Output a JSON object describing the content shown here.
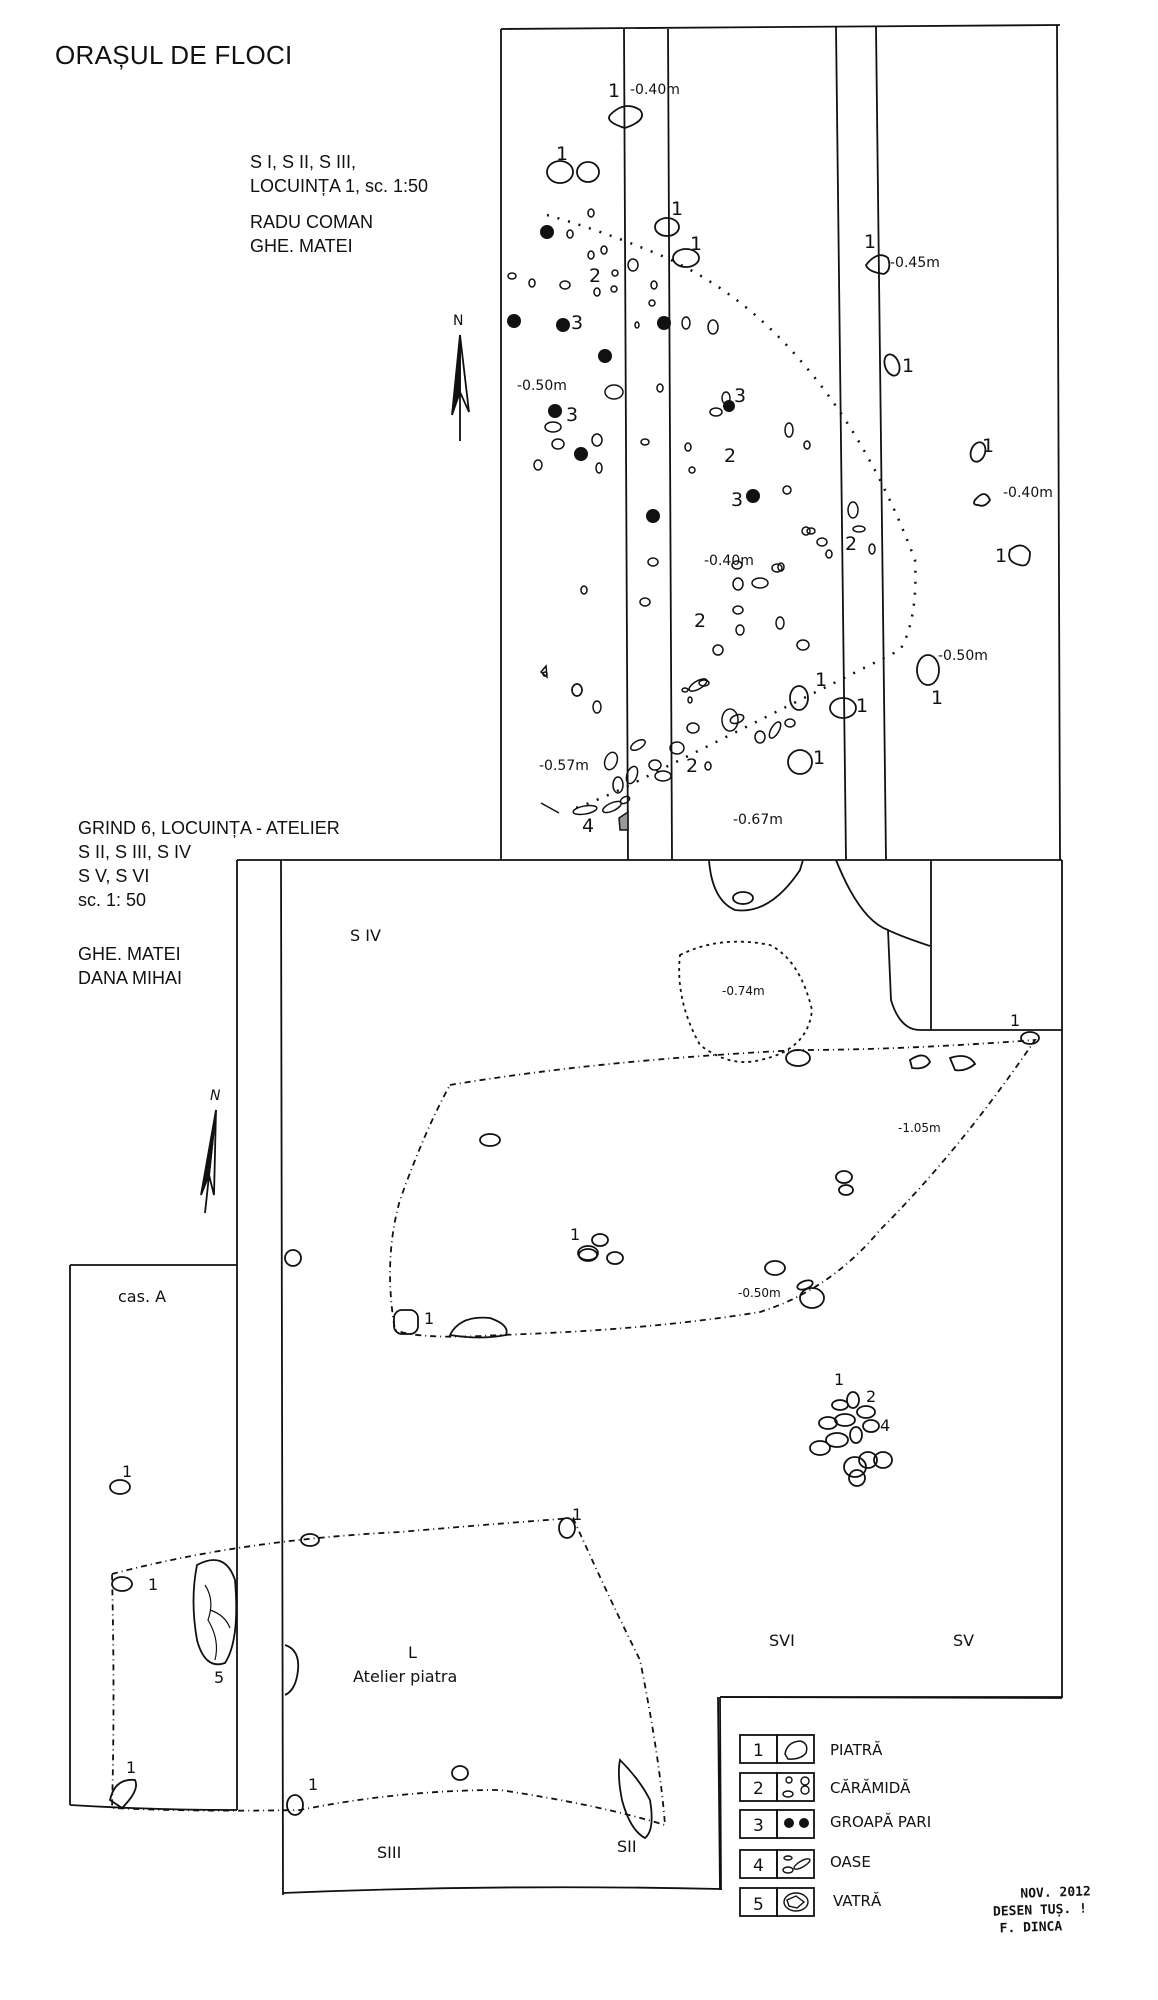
{
  "title": "ORAȘUL DE FLOCI",
  "plan_top": {
    "lines": [
      "S I, S II, S III,",
      "LOCUINȚA 1, sc. 1:50"
    ],
    "authors": [
      "RADU COMAN",
      "GHE. MATEI"
    ],
    "north_label": "N",
    "depths": [
      "-0.40m",
      "-0.45m",
      "-0.50m",
      "-0.40m",
      "-0.40m",
      "-0.50m",
      "-0.57m",
      "-0.67m"
    ],
    "legend_refs": [
      "1",
      "2",
      "3",
      "4"
    ]
  },
  "plan_bottom": {
    "lines": [
      "GRIND 6, LOCUINȚA - ATELIER",
      "S II, S III,  S IV",
      "S V, S VI",
      "sc. 1: 50"
    ],
    "authors": [
      "GHE. MATEI",
      "DANA MIHAI"
    ],
    "north_label": "N",
    "sections": {
      "s4": "S IV",
      "s6": "SVI",
      "s5": "SV",
      "s3": "SIII",
      "s2": "SII"
    },
    "box_label": "cas. A",
    "depths": [
      "-0.74m",
      "-1.05m",
      "-0.50m"
    ],
    "feature_letter": "L",
    "feature_name": "Atelier  piatra",
    "refs": [
      "1",
      "2",
      "4",
      "5"
    ]
  },
  "legend": [
    {
      "num": "1",
      "label": "PIATRĂ",
      "icon": "stone-icon"
    },
    {
      "num": "2",
      "label": "CĂRĂMIDĂ",
      "icon": "brick-icon"
    },
    {
      "num": "3",
      "label": "GROAPĂ PARI",
      "icon": "post-hole-icon"
    },
    {
      "num": "4",
      "label": "OASE",
      "icon": "bones-icon"
    },
    {
      "num": "5",
      "label": "VATRĂ",
      "icon": "hearth-icon"
    }
  ],
  "signature": [
    "NOV. 2012",
    "DESEN TUȘ. !",
    "F. DINCA"
  ]
}
